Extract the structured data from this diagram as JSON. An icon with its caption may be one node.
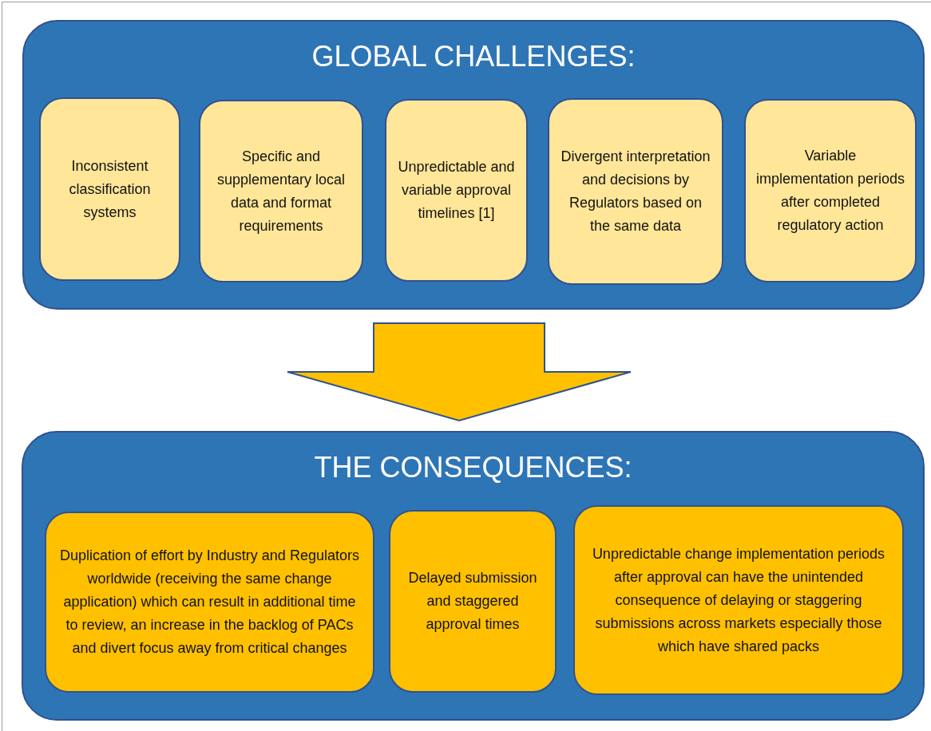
{
  "diagram": {
    "nodes": [
      {
        "text": [
          "GLOBAL CHALLENGES:"
        ]
      },
      {
        "text": [
          "Inconsistent classification systems"
        ],
        "in": 0
      },
      {
        "text": [
          "Specific and supplementary local data and format requirements"
        ],
        "in": 0
      },
      {
        "text": [
          "Unpredictable and variable approval timelines [1]"
        ],
        "in": 0
      },
      {
        "text": [
          "Divergent interpretation and decisions by Regulators based on the same data"
        ],
        "in": 0
      },
      {
        "text": [
          "Variable implementation periods after completed regulatory action"
        ],
        "in": 0
      },
      {
        "text": [
          "THE CONSEQUENCES:"
        ]
      },
      {
        "text": [
          "Duplication of effort by Industry and Regulators worldwide (receiving the same change application) which can result in additional time to review, an increase in the backlog of PACs and divert focus away from critical changes"
        ],
        "in": 6
      },
      {
        "text": [
          "Delayed submission and staggered approval times"
        ],
        "in": 6
      },
      {
        "text": [
          "Unpredictable change implementation periods after approval can have the unintended consequence of delaying or staggering submissions across markets especially those which have shared packs"
        ],
        "in": 6
      }
    ],
    "edges": [
      {
        "from": 0,
        "to": 6,
        "arrow": "to",
        "style": "thick",
        "color": "#ffc000"
      }
    ]
  }
}
